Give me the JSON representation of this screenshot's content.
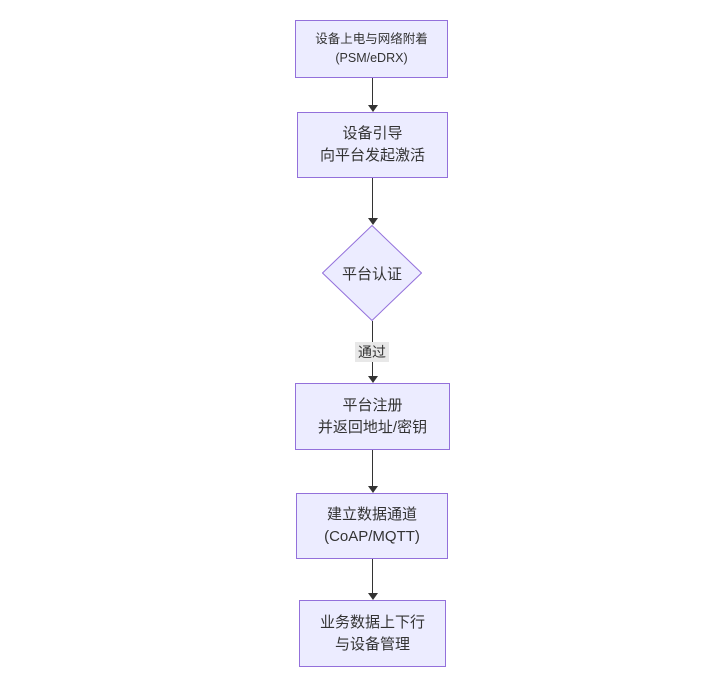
{
  "diagram": {
    "type": "flowchart",
    "direction": "top-down",
    "palette": {
      "canvas_bg": "#ffffff",
      "node_fill": "#ECECFF",
      "node_border": "#9370DB",
      "text_color": "#333333",
      "edge_color": "#333333",
      "edge_label_bg": "#e8e8e8"
    },
    "nodes": {
      "power": {
        "shape": "rect",
        "line1": "设备上电与网络附着",
        "line2": "(PSM/eDRX)"
      },
      "bootstrap": {
        "shape": "rect",
        "line1": "设备引导",
        "line2": "向平台发起激活"
      },
      "auth": {
        "shape": "diamond",
        "label": "平台认证"
      },
      "register": {
        "shape": "rect",
        "line1": "平台注册",
        "line2": "并返回地址/密钥"
      },
      "channel": {
        "shape": "rect",
        "line1": "建立数据通道",
        "line2": "(CoAP/MQTT)"
      },
      "business": {
        "shape": "rect",
        "line1": "业务数据上下行",
        "line2": "与设备管理"
      }
    },
    "edges": {
      "auth_to_register_label": "通过"
    }
  }
}
